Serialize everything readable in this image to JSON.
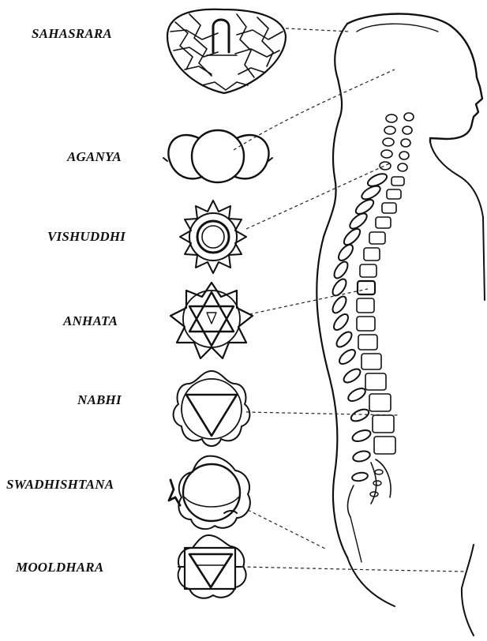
{
  "chakras": [
    {
      "label": "SAHASRARA"
    },
    {
      "label": "AGANYA"
    },
    {
      "label": "VISHUDDHI"
    },
    {
      "label": "ANHATA"
    },
    {
      "label": "NABHI"
    },
    {
      "label": "SWADHISHTANA"
    },
    {
      "label": "MOOLDHARA"
    }
  ],
  "colors": {
    "ink": "#111111",
    "background": "#ffffff"
  }
}
